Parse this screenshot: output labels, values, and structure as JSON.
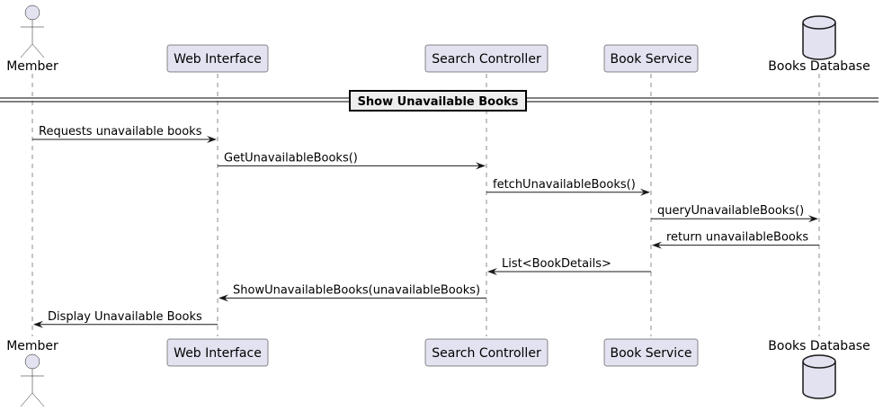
{
  "participants": [
    {
      "id": "member",
      "label": "Member",
      "kind": "actor"
    },
    {
      "id": "web",
      "label": "Web Interface",
      "kind": "participant"
    },
    {
      "id": "search",
      "label": "Search Controller",
      "kind": "participant"
    },
    {
      "id": "book",
      "label": "Book Service",
      "kind": "participant"
    },
    {
      "id": "db",
      "label": "Books Database",
      "kind": "database"
    }
  ],
  "divider": {
    "label": "Show Unavailable Books"
  },
  "messages": [
    {
      "from": "member",
      "to": "web",
      "label": "Requests unavailable books"
    },
    {
      "from": "web",
      "to": "search",
      "label": "GetUnavailableBooks()"
    },
    {
      "from": "search",
      "to": "book",
      "label": "fetchUnavailableBooks()"
    },
    {
      "from": "book",
      "to": "db",
      "label": "queryUnavailableBooks()"
    },
    {
      "from": "db",
      "to": "book",
      "label": "return unavailableBooks"
    },
    {
      "from": "book",
      "to": "search",
      "label": "List<BookDetails>"
    },
    {
      "from": "search",
      "to": "web",
      "label": "ShowUnavailableBooks(unavailableBooks)"
    },
    {
      "from": "web",
      "to": "member",
      "label": "Display Unavailable Books"
    }
  ],
  "colors": {
    "participant_fill": "#E2E2F0",
    "line": "#181818",
    "divider_fill": "#EEEEEE"
  }
}
